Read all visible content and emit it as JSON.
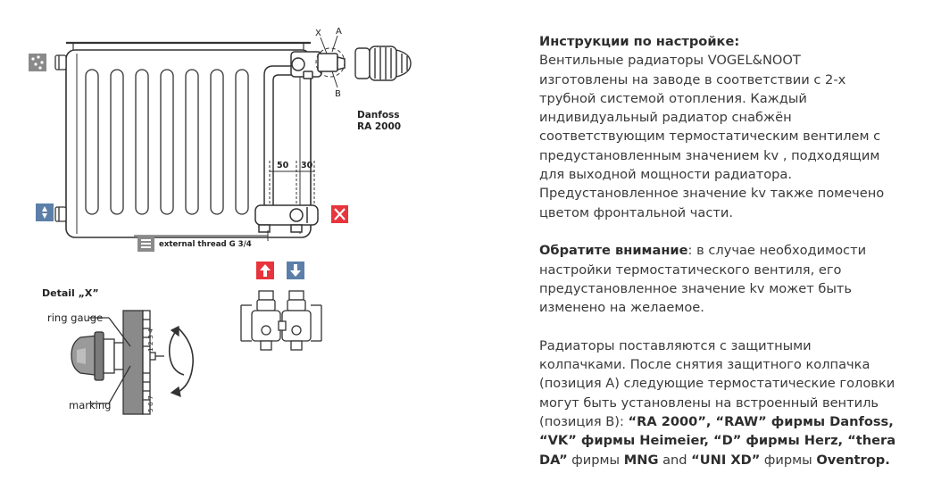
{
  "diagram": {
    "label_x": "X",
    "label_a": "A",
    "label_b": "B",
    "valve_brand": "Danfoss",
    "valve_model": "RA 2000",
    "dim_50": "50",
    "dim_30": "30",
    "thread_label": "external thread G 3/4",
    "detail_title": "Detail „X”",
    "ring_gauge_label": "ring gauge",
    "marking_label": "marking",
    "scale_upper": "1 2 3 4",
    "scale_lower": "5 6 7",
    "colors": {
      "flow_red": "#e8343c",
      "return_blue": "#5b7fa8",
      "icon_gray": "#8a8a8a",
      "outline": "#333333"
    }
  },
  "text": {
    "heading": "Инструкции по настройке:",
    "para1": [
      "Вентильные радиаторы VOGEL&NOOT",
      "изготовлены на заводе в соответствии с 2-х",
      "трубной системой отопления. Каждый",
      "индивидуальный радиатор снабжён",
      "соответствующим термостатическим вентилем с",
      "предустановленным значением kv , подходящим",
      "для выходной мощности радиатора.",
      "Предустановленное значение kv также помечено",
      "цветом фронтальной части."
    ],
    "attention_bold": "Обратите внимание",
    "attention_rest": [
      ": в случае необходимости",
      "настройки термостатического вентиля, его",
      "предустановленное значение kv может быть",
      "изменено на желаемое."
    ],
    "para3_lines": [
      "Радиаторы поставляются с защитными",
      "колпачками. После снятия защитного колпачка",
      "(позиция A) следующие термостатические головки",
      "могут быть установлены на встроенный вентиль"
    ],
    "para3_mixed": [
      [
        {
          "t": "(позиция B): ",
          "b": false
        },
        {
          "t": "“RA 2000”, “RAW” фирмы Danfoss,",
          "b": true
        }
      ],
      [
        {
          "t": "“VK” фирмы Heimeier, “D” фирмы Herz, “thera",
          "b": true
        }
      ],
      [
        {
          "t": "DA”",
          "b": true
        },
        {
          "t": " фирмы ",
          "b": false
        },
        {
          "t": "MNG",
          "b": true
        },
        {
          "t": " and ",
          "b": false
        },
        {
          "t": "“UNI XD”",
          "b": true
        },
        {
          "t": " фирмы ",
          "b": false
        },
        {
          "t": "Oventrop.",
          "b": true
        }
      ]
    ]
  }
}
